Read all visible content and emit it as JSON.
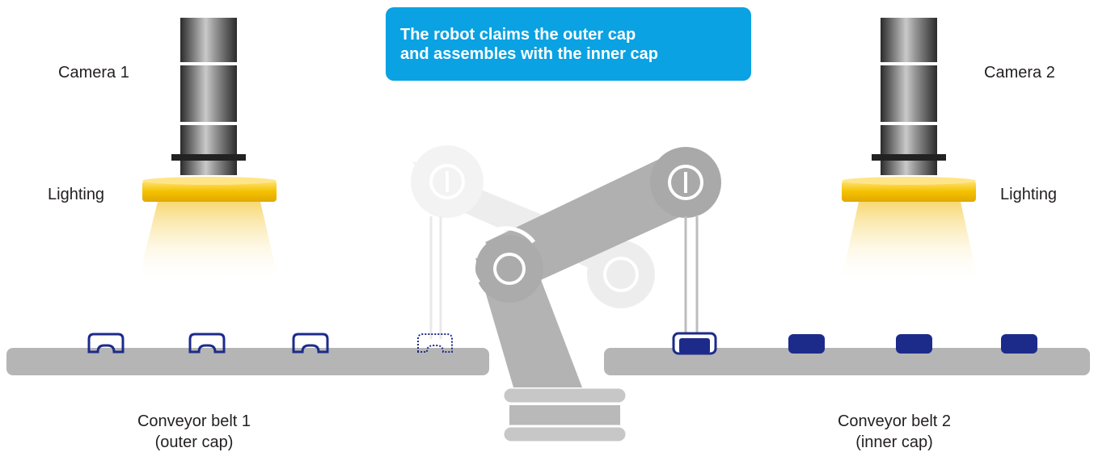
{
  "callout": {
    "line1": "The robot claims the outer cap",
    "line2": "and assembles with the inner cap"
  },
  "left_station": {
    "camera_label": "Camera 1",
    "lighting_label": "Lighting",
    "belt_label_line1": "Conveyor belt 1",
    "belt_label_line2": "(outer cap)"
  },
  "right_station": {
    "camera_label": "Camera 2",
    "lighting_label": "Lighting",
    "belt_label_line1": "Conveyor belt 2",
    "belt_label_line2": "(inner cap)"
  },
  "colors": {
    "callout_bg": "#0aa2e2",
    "cap_blue": "#1c2b8a",
    "belt_gray": "#b5b5b5",
    "lighting_yellow": "#f5c200",
    "robot_gray": "#b3b3b3"
  },
  "icons": [
    "camera-icon",
    "lighting-ring-icon",
    "robot-arm-icon",
    "outer-cap-icon",
    "inner-cap-icon"
  ]
}
